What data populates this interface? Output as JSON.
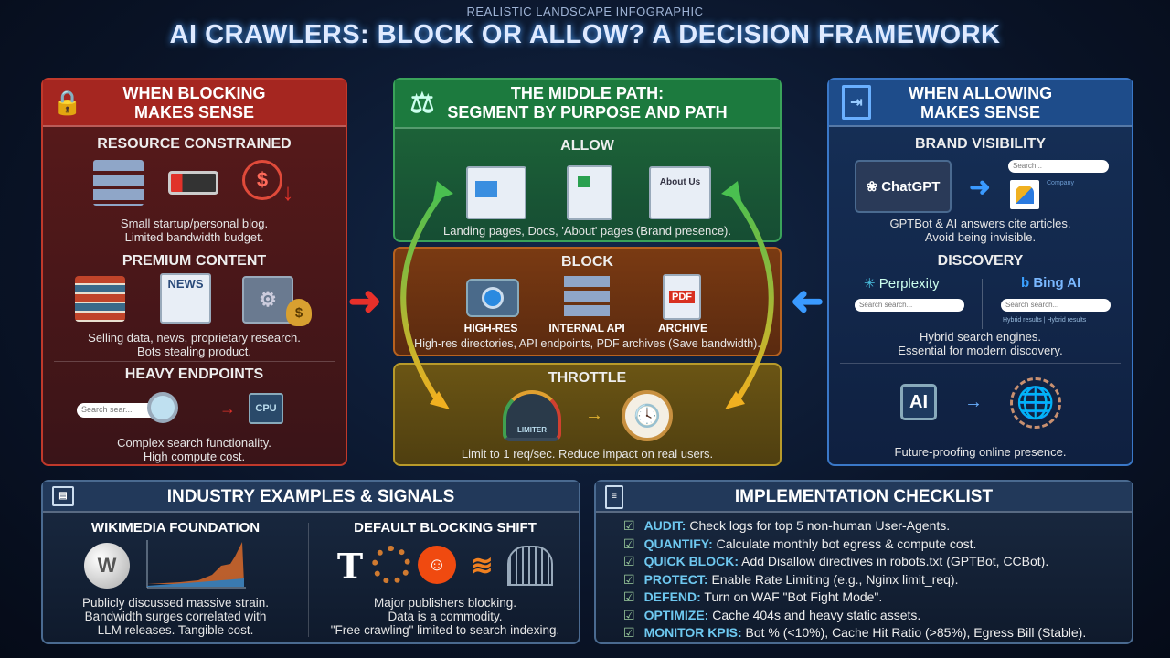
{
  "header": {
    "subtitle": "REALISTIC LANDSCAPE INFOGRAPHIC",
    "title": "AI CRAWLERS: BLOCK OR ALLOW? A DECISION FRAMEWORK"
  },
  "blocking": {
    "title1": "WHEN BLOCKING",
    "title2": "MAKES SENSE",
    "sections": [
      {
        "heading": "RESOURCE CONSTRAINED",
        "line1": "Small startup/personal blog.",
        "line2": "Limited bandwidth budget."
      },
      {
        "heading": "PREMIUM CONTENT",
        "line1": "Selling data, news, proprietary research.",
        "line2": "Bots stealing product.",
        "news_label": "NEWS"
      },
      {
        "heading": "HEAVY ENDPOINTS",
        "line1": "Complex search functionality.",
        "line2": "High compute cost.",
        "search_placeholder": "Search sear...",
        "cpu_label": "CPU"
      }
    ]
  },
  "middle": {
    "title1": "THE MIDDLE PATH:",
    "title2": "SEGMENT BY PURPOSE AND PATH",
    "allow": {
      "heading": "ALLOW",
      "about_label": "About Us",
      "desc": "Landing pages, Docs, 'About' pages (Brand presence)."
    },
    "block": {
      "heading": "BLOCK",
      "items": [
        "HIGH-RES",
        "INTERNAL API",
        "ARCHIVE"
      ],
      "pdf_label": "PDF",
      "desc": "High-res directories, API endpoints, PDF archives (Save bandwidth)."
    },
    "throttle": {
      "heading": "THROTTLE",
      "limiter_label": "LIMITER",
      "desc": "Limit to 1 req/sec. Reduce impact on real users."
    }
  },
  "allowing": {
    "title1": "WHEN ALLOWING",
    "title2": "MAKES SENSE",
    "sections": [
      {
        "heading": "BRAND VISIBILITY",
        "chatgpt": "ChatGPT",
        "search_placeholder": "Search...",
        "company": "Company",
        "line1": "GPTBot & AI answers cite articles.",
        "line2": "Avoid being invisible."
      },
      {
        "heading": "DISCOVERY",
        "perplexity": "Perplexity",
        "bing": "Bing AI",
        "search_placeholder": "Search search...",
        "hybrid": "Hybrid results | Hybrid results",
        "line1": "Hybrid search engines.",
        "line2": "Essential for modern discovery."
      },
      {
        "ai_label": "AI",
        "line1": "Future-proofing online presence."
      }
    ]
  },
  "industry": {
    "title": "INDUSTRY EXAMPLES & SIGNALS",
    "wikimedia": {
      "heading": "WIKIMEDIA FOUNDATION",
      "line1": "Publicly discussed massive strain.",
      "line2": "Bandwidth surges correlated with",
      "line3": "LLM releases. Tangible cost."
    },
    "shift": {
      "heading": "DEFAULT BLOCKING SHIFT",
      "line1": "Major publishers blocking.",
      "line2": "Data is a commodity.",
      "line3": "\"Free crawling\" limited to search indexing."
    }
  },
  "checklist": {
    "title": "IMPLEMENTATION CHECKLIST",
    "items": [
      {
        "key": "AUDIT:",
        "text": " Check logs for top 5 non-human User-Agents."
      },
      {
        "key": "QUANTIFY:",
        "text": " Calculate monthly bot egress & compute cost."
      },
      {
        "key": "QUICK BLOCK:",
        "text": " Add Disallow directives in robots.txt (GPTBot, CCBot)."
      },
      {
        "key": "PROTECT:",
        "text": " Enable Rate Limiting (e.g., Nginx limit_req)."
      },
      {
        "key": "DEFEND:",
        "text": " Turn on WAF \"Bot Fight Mode\"."
      },
      {
        "key": "OPTIMIZE:",
        "text": " Cache 404s and heavy static assets."
      },
      {
        "key": "MONITOR KPIS:",
        "text": " Bot % (<10%), Cache Hit Ratio (>85%), Egress Bill (Stable)."
      }
    ]
  },
  "colors": {
    "red": "#c0392b",
    "green": "#3aa35a",
    "orange": "#b8621f",
    "yellow": "#b89a2a",
    "blue": "#3a78c8",
    "key": "#6ec8f0"
  }
}
